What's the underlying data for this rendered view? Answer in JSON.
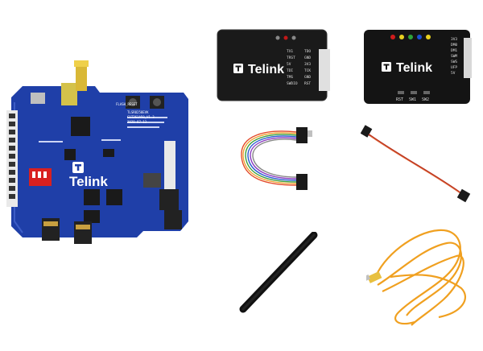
{
  "products": {
    "dev_board": {
      "brand": "Telink",
      "button_left": "FLASH_RESET",
      "silkscreen_lines": [
        "TLSR8258EVK",
        "C1T261A50_V1.3",
        "2020-07-13"
      ]
    },
    "burner_small": {
      "brand": "Telink",
      "pin_labels_left": [
        "TX1",
        "TRST",
        "5V",
        "TDI",
        "TMS",
        "SWDIO"
      ],
      "pin_labels_right": [
        "TDO",
        "GND",
        "3V3",
        "TCK",
        "GND",
        "RST"
      ]
    },
    "burner_large": {
      "brand": "Telink",
      "pin_labels": [
        "3V3",
        "DM0",
        "DM1",
        "SWM",
        "SWS",
        "UFP",
        "5V"
      ],
      "bottom_labels": [
        "RST",
        "SW1",
        "SW2"
      ]
    }
  },
  "colors": {
    "board_blue": "#1f3fa8",
    "burner_black": "#1a1a1a",
    "cable_orange": "#f0a020",
    "led_colors": [
      "#d01c1c",
      "#e8d120",
      "#2ea33a",
      "#1d4fd1",
      "#e8d120"
    ]
  },
  "icons": [
    "telink-logo-icon"
  ]
}
